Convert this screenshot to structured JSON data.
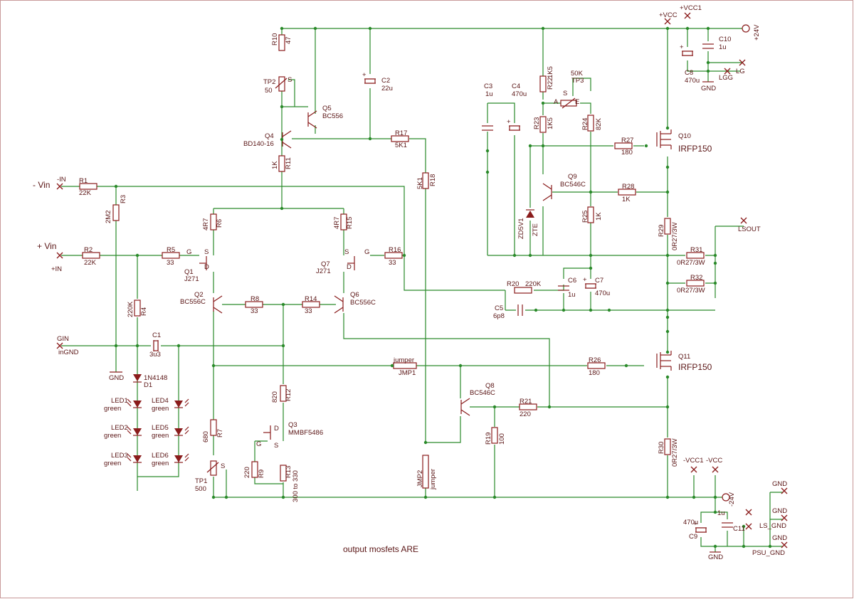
{
  "terminals": {
    "minus_vin": "- Vin",
    "minus_in": "-IN",
    "plus_vin": "+ Vin",
    "plus_in": "+IN",
    "gin": "GIN",
    "in_gnd": "inGND",
    "vcc": "+VCC",
    "vcc1": "+VCC1",
    "v24": "+24V",
    "lg": "LG",
    "lgg": "LGG",
    "gnd_top": "GND",
    "lsout": "LSOUT",
    "mvcc1": "-VCC1",
    "mvcc": "-VCC",
    "mv24": "-24V",
    "gnd_bot": "GND",
    "gnd_left": "GND",
    "gnd_r1": "GND",
    "gnd_r2": "GND",
    "gnd_r3": "GND",
    "ls_gnd": "LS_GND",
    "psu_gnd": "PSU_GND",
    "jumper_top": "jumper",
    "jumper_v": "jumper"
  },
  "components": {
    "R1": [
      "R1",
      "22K"
    ],
    "R2": [
      "R2",
      "22K"
    ],
    "R3": [
      "R3",
      "2M2"
    ],
    "R4": [
      "R4",
      "220K"
    ],
    "R5": [
      "R5",
      "33"
    ],
    "R6": [
      "R6",
      "4R7"
    ],
    "R7": [
      "R7",
      "680"
    ],
    "R8": [
      "R8",
      "33"
    ],
    "R9": [
      "R9",
      "220"
    ],
    "R10": [
      "R10",
      "47"
    ],
    "R11": [
      "R11",
      "1K"
    ],
    "R12": [
      "R12",
      "820"
    ],
    "R13": [
      "R13",
      "300 to 330"
    ],
    "R14": [
      "R14",
      "33"
    ],
    "R15": [
      "R15",
      "4R7"
    ],
    "R16": [
      "R16",
      "33"
    ],
    "R17": [
      "R17",
      "5K1"
    ],
    "R18": [
      "R18",
      "5K1"
    ],
    "R19": [
      "R19",
      "100"
    ],
    "R20": [
      "R20",
      "220K"
    ],
    "R21": [
      "R21",
      "220"
    ],
    "R22": [
      "R22",
      "1K5"
    ],
    "R23": [
      "R23",
      "1K5"
    ],
    "R24": [
      "R24",
      "82K"
    ],
    "R25": [
      "R25",
      "1K"
    ],
    "R26": [
      "R26",
      "180"
    ],
    "R27": [
      "R27",
      "180"
    ],
    "R28": [
      "R28",
      "1K"
    ],
    "R29": [
      "R29",
      "0R27/3W"
    ],
    "R30": [
      "R30",
      "0R27/3W"
    ],
    "R31": [
      "R31",
      "0R27/3W"
    ],
    "R32": [
      "R32",
      "0R27/3W"
    ],
    "C1": [
      "C1",
      "3u3"
    ],
    "C2": [
      "C2",
      "22u"
    ],
    "C3": [
      "C3",
      "1u"
    ],
    "C4": [
      "C4",
      "470u"
    ],
    "C5": [
      "C5",
      "6p8"
    ],
    "C6": [
      "C6",
      "1u"
    ],
    "C7": [
      "C7",
      "470u"
    ],
    "C8": [
      "C8",
      "470u"
    ],
    "C9": [
      "C9",
      "470u"
    ],
    "C10": [
      "C10",
      "1u"
    ],
    "C11": [
      "C11",
      "1u"
    ],
    "Q1": [
      "Q1",
      "J271"
    ],
    "Q2": [
      "Q2",
      "BC556C"
    ],
    "Q3": [
      "Q3",
      "MMBF5486"
    ],
    "Q4": [
      "Q4",
      "BD140-16"
    ],
    "Q5": [
      "Q5",
      "BC556"
    ],
    "Q6": [
      "Q6",
      "BC556C"
    ],
    "Q7": [
      "Q7",
      "J271"
    ],
    "Q8": [
      "Q8",
      "BC546C"
    ],
    "Q9": [
      "Q9",
      "BC546C"
    ],
    "Q10": [
      "Q10",
      "IRFP150"
    ],
    "Q11": [
      "Q11",
      "IRFP150"
    ],
    "TP1": [
      "TP1",
      "500"
    ],
    "TP2": [
      "TP2",
      "50"
    ],
    "TP3": [
      "TP3",
      "50K"
    ],
    "D1": [
      "D1",
      "1N4148"
    ],
    "ZD": [
      "ZD5V1",
      "ZTE"
    ],
    "JMP1": [
      "JMP1"
    ],
    "JMP2": [
      "JMP2"
    ],
    "LED1": [
      "LED1",
      "green"
    ],
    "LED2": [
      "LED2",
      "green"
    ],
    "LED3": [
      "LED3",
      "green"
    ],
    "LED4": [
      "LED4",
      "green"
    ],
    "LED5": [
      "LED5",
      "green"
    ],
    "LED6": [
      "LED6",
      "green"
    ]
  },
  "pins": {
    "g": "G",
    "s": "S",
    "d": "D",
    "a": "A",
    "e": "E"
  },
  "note": "output mosfets ARE"
}
